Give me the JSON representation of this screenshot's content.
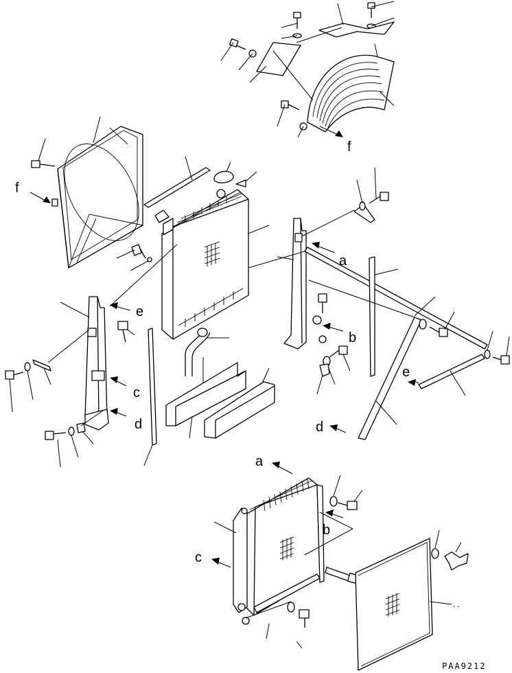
{
  "drawing_code": "PAA9212",
  "colors": {
    "line": "#000000",
    "background": "#ffffff"
  },
  "labels": {
    "a_upper": "a",
    "a_lower": "a",
    "b_upper": "b",
    "b_lower": "b",
    "c_left": "c",
    "c_lower": "c",
    "d_left": "d",
    "d_right": "d",
    "e_left": "e",
    "e_right": "e",
    "f_top": "f",
    "f_left": "f"
  }
}
